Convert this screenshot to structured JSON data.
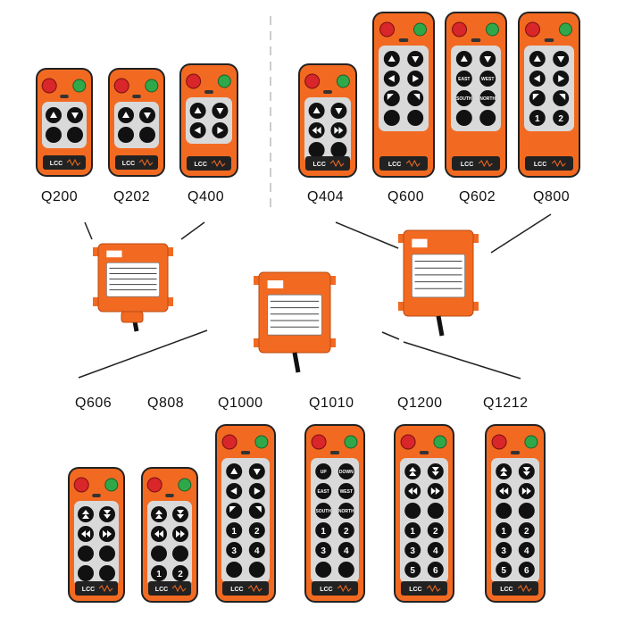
{
  "models_top_left": [
    "Q200",
    "Q202",
    "Q400"
  ],
  "models_top_right": [
    "Q404",
    "Q600",
    "Q602",
    "Q800"
  ],
  "models_bottom": [
    "Q606",
    "Q808",
    "Q1000",
    "Q1010",
    "Q1200",
    "Q1212"
  ],
  "brand": "LCC",
  "direction_buttons": {
    "up": "UP",
    "down": "DOWN",
    "east": "EAST",
    "west": "WEST",
    "south": "SOUTH",
    "north": "NORTH"
  },
  "number_buttons": [
    "1",
    "2",
    "3",
    "4",
    "5",
    "6"
  ],
  "colors": {
    "orange": "#f26a21",
    "dark": "#222222",
    "button": "#111111",
    "stop": "#d8262a",
    "start": "#2fa84a",
    "grey": "#d9d9d9"
  }
}
